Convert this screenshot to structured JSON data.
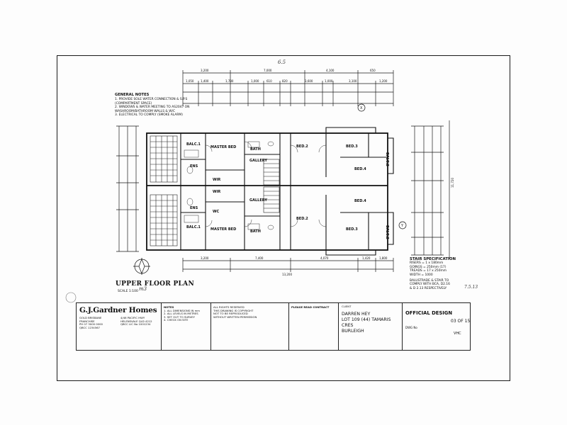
{
  "general_notes": {
    "heading": "GENERAL NOTES",
    "lines": [
      "1. PROVIDE SOLE WATER CONNECTION & S.P.S",
      "   (COMPARTMENT SPACE)",
      "2. WINDOWS & WATER MEETING TO AS2047 ON",
      "   WASHROOM/BATHROOM WALLS & W/C",
      "3. ELECTRICAL TO COMPLY (SMOKE ALARM)"
    ]
  },
  "plan": {
    "title": "UPPER FLOOR PLAN",
    "scale": "SCALE 1:100",
    "rooms": {
      "bed2_top": "BED.2",
      "bed3_top": "BED.3",
      "bed4_top": "BED.4",
      "bath_top": "BATH",
      "gallery_top": "GALLERY",
      "master_top": "MASTER BED",
      "wir_top": "WIR",
      "balc_top_left": "BALC.1",
      "balc_top_right": "BALC.2",
      "ens_top": "ENS",
      "bed2_bot": "BED.2",
      "bed3_bot": "BED.3",
      "bed4_bot": "BED.4",
      "bath_bot": "BATH",
      "gallery_bot": "GALLERY",
      "master_bot": "MASTER BED",
      "wir_bot": "WIR",
      "balc_bot_left": "BALC.1",
      "balc_bot_right": "BALC.2",
      "ens_bot": "ENS",
      "wc": "WC"
    },
    "dims_top": [
      "3,200",
      "7,000",
      "4,100",
      "650"
    ],
    "dims_top_row2": [
      "1,050",
      "1,400",
      "1,780",
      "1,000",
      "610",
      "820",
      "3,600",
      "1,000",
      "3,100",
      "1,200"
    ],
    "dims_bottom": [
      "3,200",
      "7,400",
      "4,070",
      "1,420",
      "1,800"
    ],
    "dims_bottom_total": "13,200",
    "dims_right_total": "11,720",
    "grid_markers": [
      "X",
      "Y"
    ],
    "handwritten_top": "6.5",
    "handwritten_bottom": "m3"
  },
  "stair_spec": {
    "heading": "STAIR SPECIFICATION",
    "lines": [
      "RISERS   =  1 x 180mm",
      "GOINGS   =  250mm (17)",
      "TREADS   =  17 x 250mm",
      "WIDTH    =  1000",
      "",
      "BALUSTRADE & STAIR TO",
      "COMPLY WITH BCA, D2.16",
      "& D 2.13 RESPECTIVELY"
    ],
    "handwritten": "7.5.13"
  },
  "title_block": {
    "logo": "G.J.Gardner Homes",
    "office_lines": [
      "GOLD BRISBANE",
      "FRANCHISE",
      "PH 07 3000 0000",
      "QBCC 1234567"
    ],
    "address_lines": [
      "4/46 PACIFIC HWY",
      "HELENSVALE QLD 4212",
      "QBCC LIC No 1001234"
    ],
    "notes_heading": "NOTES",
    "notes_lines": [
      "1. ALL DIMENSIONS IN mm",
      "2. ALL LEVELS IN METRES",
      "3. SET OUT TO SURVEY",
      "4. CHECK ON SITE"
    ],
    "copyright_lines": [
      "ALL RIGHTS RESERVED",
      "THIS DRAWING IS COPYRIGHT",
      "NOT TO BE REPRODUCED",
      "WITHOUT WRITTEN PERMISSION"
    ],
    "contract_heading": "PLEASE READ CONTRACT",
    "client_label": "CLIENT",
    "client_lines": [
      "DARREN HEY",
      "LOT 109 (44) TAMARIS CRES",
      "BURLEIGH"
    ],
    "design_label": "OFFICIAL DESIGN",
    "sheet": "03 OF 15",
    "rev": "VHC",
    "dwg_label": "DWG No"
  }
}
